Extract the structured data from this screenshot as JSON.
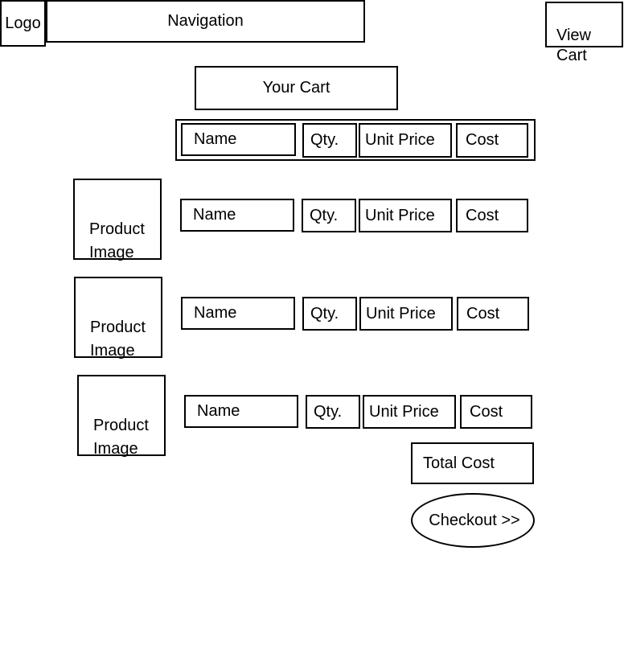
{
  "header": {
    "logo_label": "Logo",
    "navigation_label": "Navigation",
    "view_cart_label": "View\nCart"
  },
  "cart": {
    "title": "Your Cart",
    "columns": [
      "Name",
      "Qty.",
      "Unit Price",
      "Cost"
    ],
    "items": [
      {
        "image_label": "Product\nImage",
        "name": "Name",
        "qty": "Qty.",
        "unit_price": "Unit Price",
        "cost": "Cost"
      },
      {
        "image_label": "Product\nImage",
        "name": "Name",
        "qty": "Qty.",
        "unit_price": "Unit Price",
        "cost": "Cost"
      },
      {
        "image_label": "Product\nImage",
        "name": "Name",
        "qty": "Qty.",
        "unit_price": "Unit Price",
        "cost": "Cost"
      }
    ],
    "total_cost_label": "Total Cost",
    "checkout_label": "Checkout >>"
  }
}
